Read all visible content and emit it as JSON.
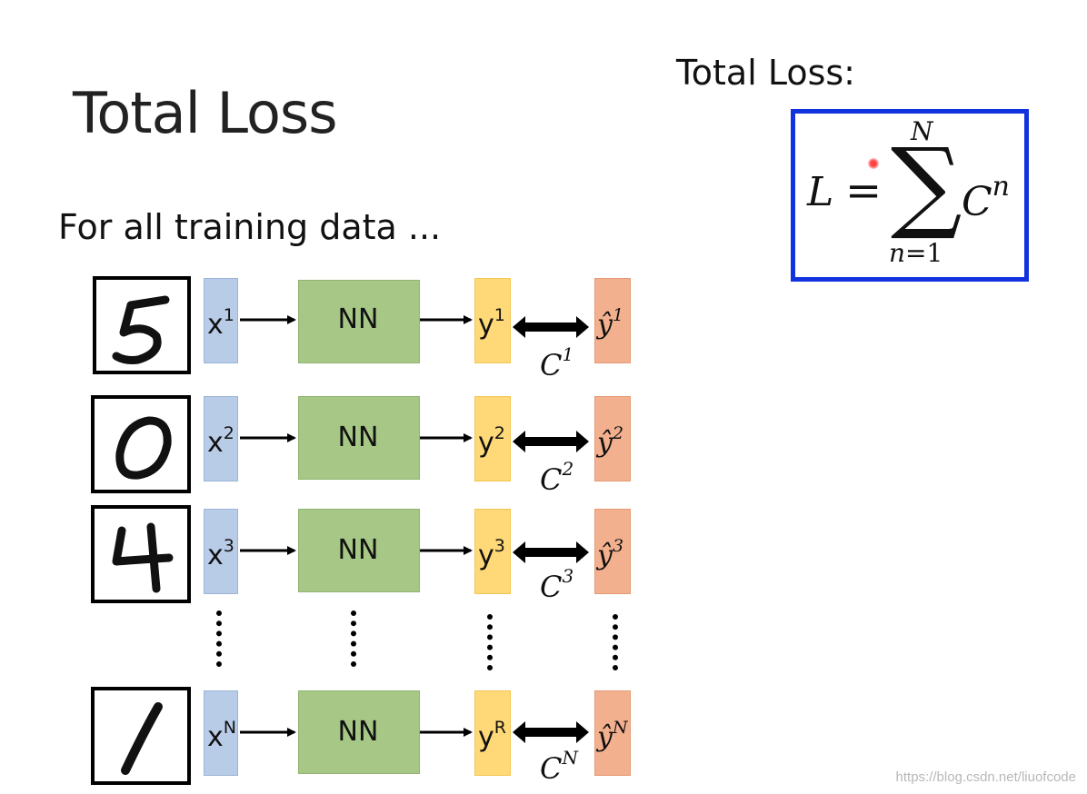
{
  "title": "Total Loss",
  "subtitle": "For all training data ...",
  "total_label": "Total Loss:",
  "formula": {
    "lhs": "L",
    "eq": "=",
    "sum": "∑",
    "upper": "N",
    "lower_var": "n",
    "lower_rest": "=1",
    "term": "C",
    "term_sup": "n"
  },
  "nn_label": "NN",
  "rows": [
    {
      "digit": "5",
      "x": "x",
      "x_sup": "1",
      "y": "y",
      "y_sup": "1",
      "c": "C",
      "c_sup": "1",
      "yh": "ŷ",
      "yh_sup": "1"
    },
    {
      "digit": "0",
      "x": "x",
      "x_sup": "2",
      "y": "y",
      "y_sup": "2",
      "c": "C",
      "c_sup": "2",
      "yh": "ŷ",
      "yh_sup": "2"
    },
    {
      "digit": "4",
      "x": "x",
      "x_sup": "3",
      "y": "y",
      "y_sup": "3",
      "c": "C",
      "c_sup": "3",
      "yh": "ŷ",
      "yh_sup": "3"
    },
    {
      "digit": "1",
      "x": "x",
      "x_sup": "N",
      "y": "y",
      "y_sup": "R",
      "c": "C",
      "c_sup": "N",
      "yh": "ŷ",
      "yh_sup": "N"
    }
  ],
  "watermark": "https://blog.csdn.net/liuofcode",
  "colors": {
    "x_box": "#b8cce8",
    "nn_box": "#a6c786",
    "y_box": "#ffd977",
    "yhat_box": "#f3b08f",
    "formula_border": "#1133dd"
  }
}
